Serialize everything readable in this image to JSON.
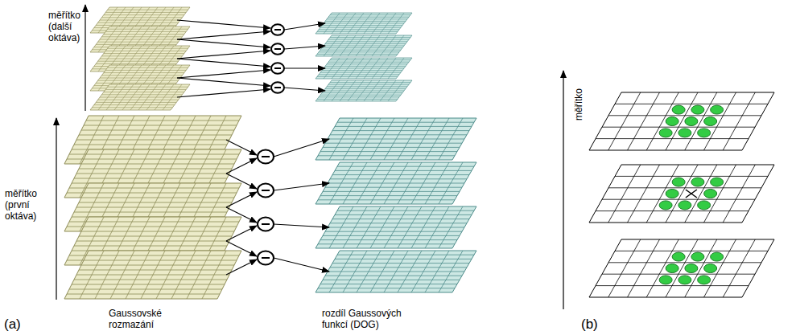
{
  "diagram": {
    "labels": [
      "měřítko (další oktáva)",
      "měřítko (první oktáva)",
      "(a)",
      "Gaussovské rozmazání",
      "rozdíl Gaussových funkcí (DOG)",
      "(b)",
      "měřítko"
    ]
  }
}
